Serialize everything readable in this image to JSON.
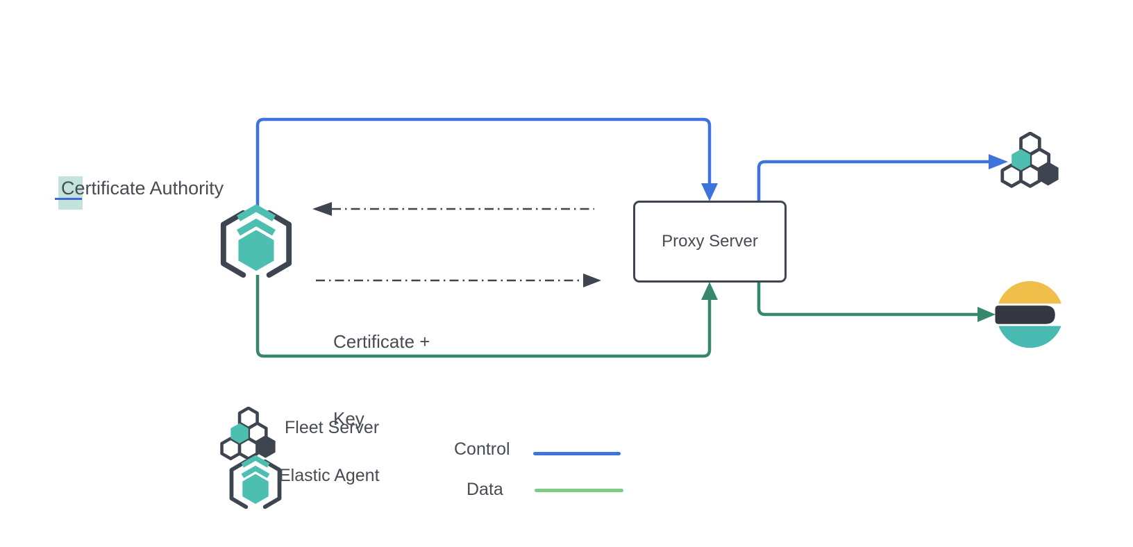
{
  "nodes": {
    "certificate_authority": {
      "label": "Certificate Authority"
    },
    "proxy_server": {
      "label": "Proxy Server"
    }
  },
  "annotations": {
    "certificate_key": {
      "line1": "Certificate +",
      "line2": "Key"
    }
  },
  "legend": {
    "items": [
      {
        "icon": "fleet-server-icon",
        "label": "Fleet Server"
      },
      {
        "icon": "elastic-agent-icon",
        "label": "Elastic Agent"
      }
    ],
    "lines": [
      {
        "label": "Control",
        "color": "#3E73DC"
      },
      {
        "label": "Data",
        "color": "#7EC983"
      }
    ]
  },
  "colors": {
    "control_blue": "#3E73DC",
    "data_green": "#37876C",
    "legend_data_green": "#7EC983",
    "dark_slate": "#3F4550",
    "agent_teal": "#4DBFB0",
    "highlight_teal": "#A8D5C9",
    "selection_underline_blue": "#3E6AD6",
    "elasticsearch_yellow": "#F0BF4A",
    "elasticsearch_dark": "#343741",
    "elasticsearch_teal": "#48BAB1"
  },
  "connections": [
    {
      "type": "control",
      "from": "elastic-agent",
      "to": "proxy-server"
    },
    {
      "type": "control",
      "from": "proxy-server",
      "to": "fleet-server"
    },
    {
      "type": "data",
      "from": "elastic-agent",
      "to": "proxy-server"
    },
    {
      "type": "data",
      "from": "proxy-server",
      "to": "elasticsearch"
    },
    {
      "type": "certificate-exchange",
      "from": "proxy-server",
      "to": "elastic-agent",
      "label": "Certificate + Key"
    }
  ]
}
